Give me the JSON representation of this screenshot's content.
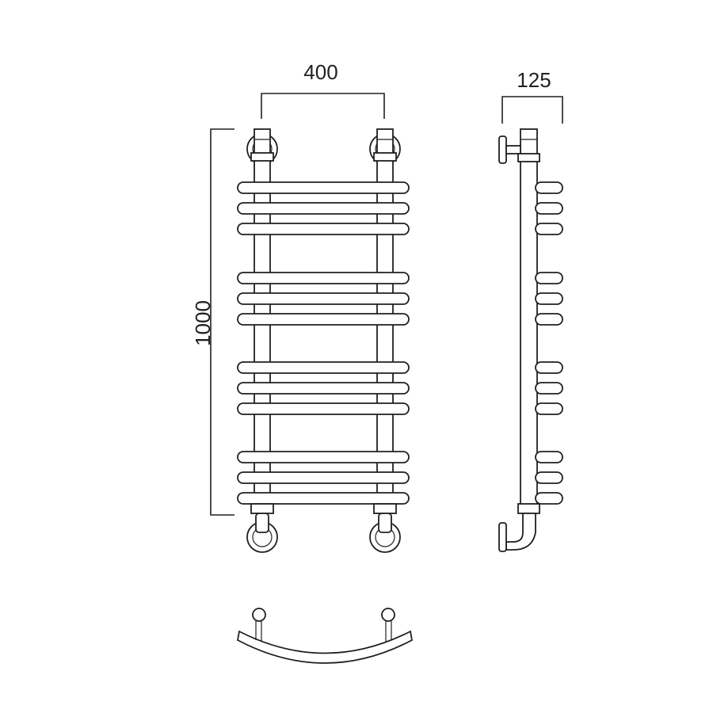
{
  "dimensions": {
    "width": "400",
    "height": "1000",
    "depth": "125"
  },
  "drawing": {
    "views": [
      "front-view",
      "side-view",
      "top-view"
    ],
    "front_bar_groups": [
      3,
      3,
      3,
      3
    ],
    "stroke_color": "#231f20",
    "background_color": "#ffffff"
  }
}
